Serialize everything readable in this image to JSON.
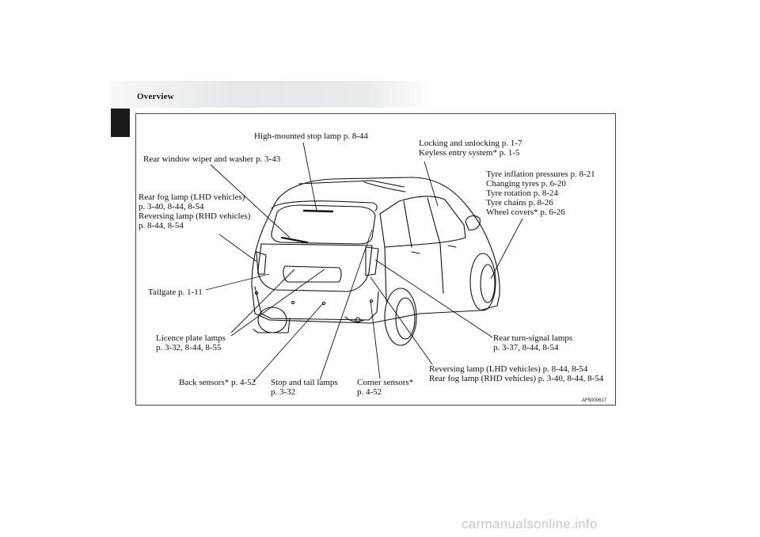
{
  "header": {
    "title": "Overview"
  },
  "figure": {
    "code": "AF5000617",
    "labels": {
      "high_mounted": "High-mounted stop lamp p. 8-44",
      "locking": [
        "Locking and unlocking p. 1-7",
        "Keyless entry system* p. 1-5"
      ],
      "rear_wiper": "Rear window wiper and washer p. 3-43",
      "tyre": [
        "Tyre inflation pressures p. 8-21",
        "Changing tyres p. 6-20",
        "Tyre rotation p. 8-24",
        "Tyre chains p. 8-26",
        "Wheel covers* p. 6-26"
      ],
      "rear_fog_lhd": [
        "Rear fog lamp (LHD vehicles)",
        "p. 3-40, 8-44, 8-54",
        "Reversing lamp (RHD vehicles)",
        "p. 8-44, 8-54"
      ],
      "tailgate": "Tailgate p. 1-11",
      "licence": [
        "Licence plate lamps",
        "p. 3-32, 8-44, 8-55"
      ],
      "back_sensors": "Back sensors* p. 4-52",
      "stop_tail": [
        "Stop and tail lamps",
        "p. 3-32"
      ],
      "corner_sensors": [
        "Corner sensors*",
        "p. 4-52"
      ],
      "reversing_lhd": [
        "Reversing lamp (LHD vehicles) p. 8-44, 8-54",
        "Rear fog lamp (RHD vehicles) p. 3-40, 8-44, 8-54"
      ],
      "rear_turn": [
        "Rear turn-signal lamps",
        "p. 3-37, 8-44, 8-54"
      ]
    }
  },
  "watermark": "carmanualsonline.info"
}
